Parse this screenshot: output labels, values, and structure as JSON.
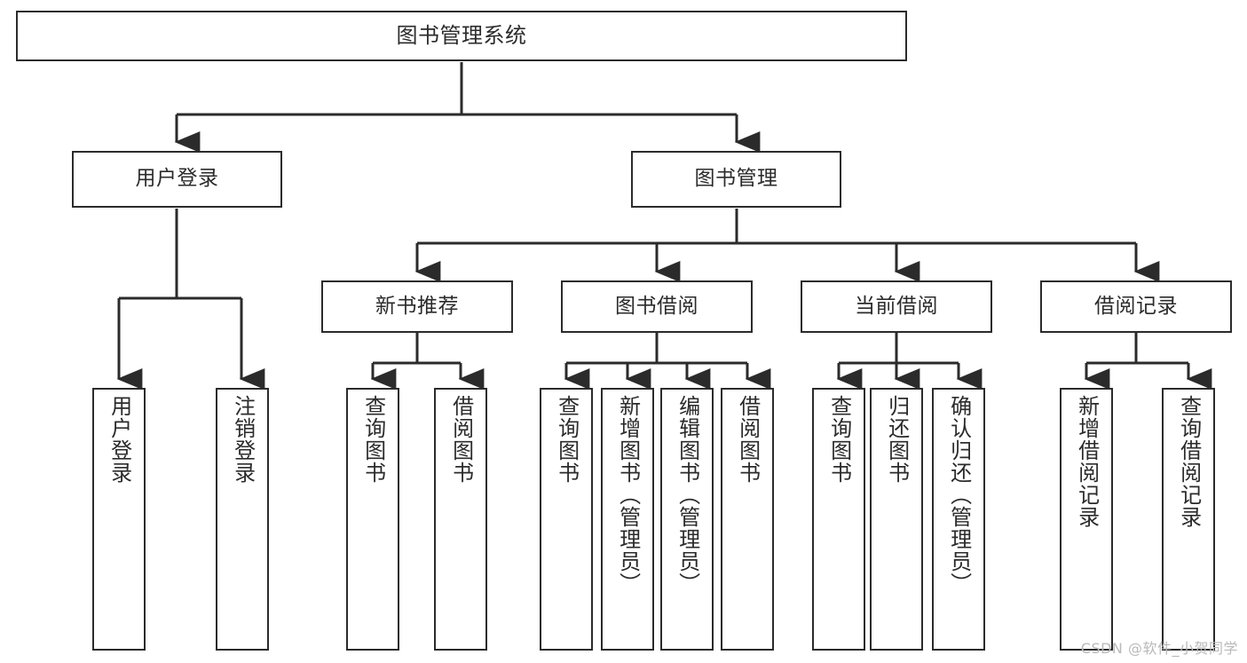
{
  "diagram": {
    "title": "图书管理系统",
    "type": "tree",
    "watermark": "CSDN @软件_小贺同学",
    "colors": {
      "stroke": "#2b2b2b",
      "fill": "#ffffff",
      "background": "#ffffff",
      "watermark": "#b9b9b9"
    },
    "nodes": {
      "root": {
        "label": "图书管理系统"
      },
      "level2": [
        {
          "id": "user-login",
          "label": "用户登录"
        },
        {
          "id": "book-management",
          "label": "图书管理"
        }
      ],
      "level3": [
        {
          "id": "new-book-recommend",
          "label": "新书推荐"
        },
        {
          "id": "book-borrow",
          "label": "图书借阅"
        },
        {
          "id": "current-borrow",
          "label": "当前借阅"
        },
        {
          "id": "borrow-record",
          "label": "借阅记录"
        }
      ],
      "leaves": {
        "user_login": [
          {
            "id": "leaf-user-login",
            "label": "用户登录"
          },
          {
            "id": "leaf-logout-login",
            "label": "注销登录"
          }
        ],
        "new_book_recommend": [
          {
            "id": "leaf-query-book-1",
            "label": "查询图书"
          },
          {
            "id": "leaf-borrow-book-1",
            "label": "借阅图书"
          }
        ],
        "book_borrow": [
          {
            "id": "leaf-query-book-2",
            "label": "查询图书"
          },
          {
            "id": "leaf-add-book-admin",
            "label": "新增图书（管理员）"
          },
          {
            "id": "leaf-edit-book-admin",
            "label": "编辑图书（管理员）"
          },
          {
            "id": "leaf-borrow-book-2",
            "label": "借阅图书"
          }
        ],
        "current_borrow": [
          {
            "id": "leaf-query-book-3",
            "label": "查询图书"
          },
          {
            "id": "leaf-return-book",
            "label": "归还图书"
          },
          {
            "id": "leaf-confirm-return-admin",
            "label": "确认归还（管理员）"
          }
        ],
        "borrow_record": [
          {
            "id": "leaf-add-borrow-record",
            "label": "新增借阅记录"
          },
          {
            "id": "leaf-query-borrow-record",
            "label": "查询借阅记录"
          }
        ]
      }
    }
  }
}
